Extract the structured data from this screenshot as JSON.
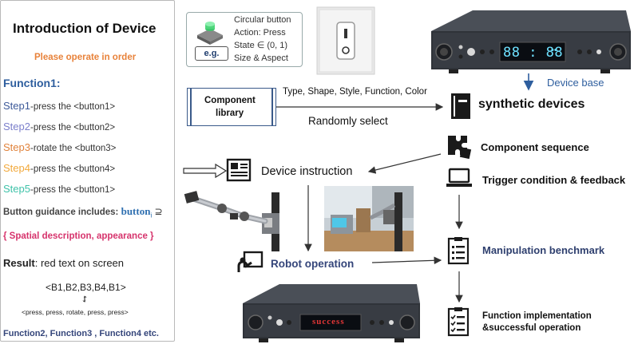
{
  "left_panel": {
    "title": "Introduction of Device",
    "subtitle": "Please operate in order",
    "function1_heading": "Function1:",
    "steps": [
      {
        "num": "Step1",
        "text": "-press the <button1>",
        "color": "#3d5a99"
      },
      {
        "num": "Step2",
        "text": "-press the <button2>",
        "color": "#7b7fcb"
      },
      {
        "num": "Step3",
        "text": "-rotate the <button3>",
        "color": "#e0823b"
      },
      {
        "num": "Step4",
        "text": "-press the <button4>",
        "color": "#f2a93b"
      },
      {
        "num": "Step5",
        "text": "-press the <button1>",
        "color": "#3fc2a9"
      }
    ],
    "guidance_label": "Button guidance includes:",
    "guidance_button": "button",
    "guidance_sub": "i",
    "guidance_symbol": "⊇",
    "spatial": "{ Spatial description, appearance }",
    "result_label": "Result",
    "result_text": ": red text on screen",
    "sequence": "<B1,B2,B3,B4,B1>",
    "sequence_arrow": "↓↑",
    "actions": "<press, press, rotate, press, press>",
    "footer": "Function2, Function3 , Function4 etc."
  },
  "example": {
    "badge": "e.g.",
    "lines": [
      "Circular button",
      "Action: Press",
      "State ∈ (0, 1)",
      "Size & Aspect"
    ]
  },
  "component_library": {
    "label_line1": "Component",
    "label_line2": "library",
    "attributes": "Type, Shape, Style, Function, Color",
    "random_select": "Randomly select"
  },
  "device_base": {
    "label": "Device base",
    "display_digits": "88 : 88",
    "dots": "••"
  },
  "flow": {
    "synthetic_devices": "synthetic devices",
    "component_sequence": "Component sequence",
    "trigger": "Trigger condition & feedback",
    "manipulation_benchmark": "Manipulation benchmark",
    "function_impl_line1": "Function implementation",
    "function_impl_line2": "&successful operation",
    "device_instruction": "Device instruction",
    "robot_operation": "Robot operation"
  },
  "success_device": {
    "display": "success"
  },
  "colors": {
    "accent_blue": "#2e5e9e",
    "orange": "#e8823a",
    "magenta": "#d6336c",
    "navy": "#34457a",
    "dark": "#222222"
  }
}
